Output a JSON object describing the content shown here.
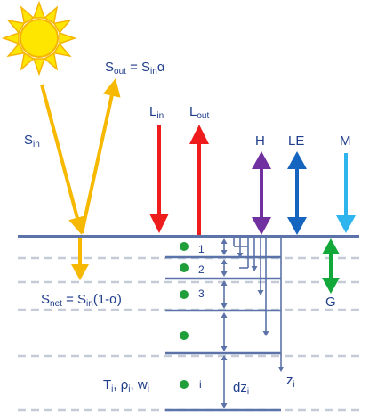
{
  "colors": {
    "sun_fill": "#ffe600",
    "sun_stroke": "#f5b400",
    "shortwave": "#f7b800",
    "longwave": "#ee1c1c",
    "sensible": "#7030a0",
    "latent": "#1565c0",
    "melt": "#2eb5ee",
    "ground": "#12a83a",
    "layer_line": "#5b73a8",
    "dashed_line": "#c5ccd8",
    "node": "#1f9e3a",
    "text": "#1f3d8a"
  },
  "icons": [
    "sun-icon"
  ],
  "labels": {
    "s_in": {
      "main": "S",
      "sub": "in"
    },
    "s_out": {
      "main": "S",
      "sub1": "out",
      "mid": " = S",
      "sub2": "in",
      "tail": "α"
    },
    "l_in": {
      "main": "L",
      "sub": "in"
    },
    "l_out": {
      "main": "L",
      "sub": "out"
    },
    "h": "H",
    "le": "LE",
    "m": "M",
    "g": "G",
    "s_net": {
      "main": "S",
      "sub1": "net",
      "mid": " = S",
      "sub2": "in",
      "tail": "(1-α)"
    },
    "layer_1": "1",
    "layer_2": "2",
    "layer_3": "3",
    "layer_i": "i",
    "props": {
      "t": "T",
      "sub_i1": "i",
      "rho": ", ρ",
      "sub_i2": "i",
      "w": ", w",
      "sub_i3": "i"
    },
    "dz": {
      "main": "dz",
      "sub": "i"
    },
    "z": {
      "main": "z",
      "sub": "i"
    }
  }
}
